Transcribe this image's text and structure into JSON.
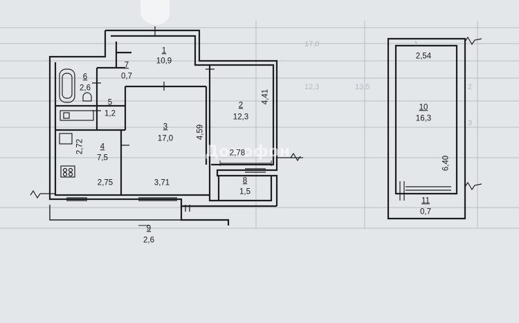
{
  "rooms": [
    {
      "id": "1",
      "area": "10,9"
    },
    {
      "id": "2",
      "area": "12,3"
    },
    {
      "id": "3",
      "area": "17,0"
    },
    {
      "id": "4",
      "area": "7,5"
    },
    {
      "id": "5",
      "area": "1,2"
    },
    {
      "id": "6",
      "area": "2,6"
    },
    {
      "id": "7",
      "area": "0,7"
    },
    {
      "id": "8",
      "area": "1,5"
    },
    {
      "id": "9",
      "area": "2,6"
    },
    {
      "id": "10",
      "area": "16,3"
    },
    {
      "id": "11",
      "area": "0,7"
    }
  ],
  "dimensions": {
    "room2_height": "4,41",
    "room3_height": "4,59",
    "room4_height": "2,72",
    "room2_width": "2,78",
    "room4_width": "2,75",
    "room3_width": "3,71",
    "room10_width": "2,54",
    "room10_height": "6,40"
  },
  "watermark": "Домофон",
  "background_text": [
    "17,0",
    "1",
    "12,3",
    "13,5",
    "2",
    "3"
  ],
  "colors": {
    "paper": "#e4e7ea",
    "ink": "#1b1d21",
    "watermark": "#ffffff"
  }
}
